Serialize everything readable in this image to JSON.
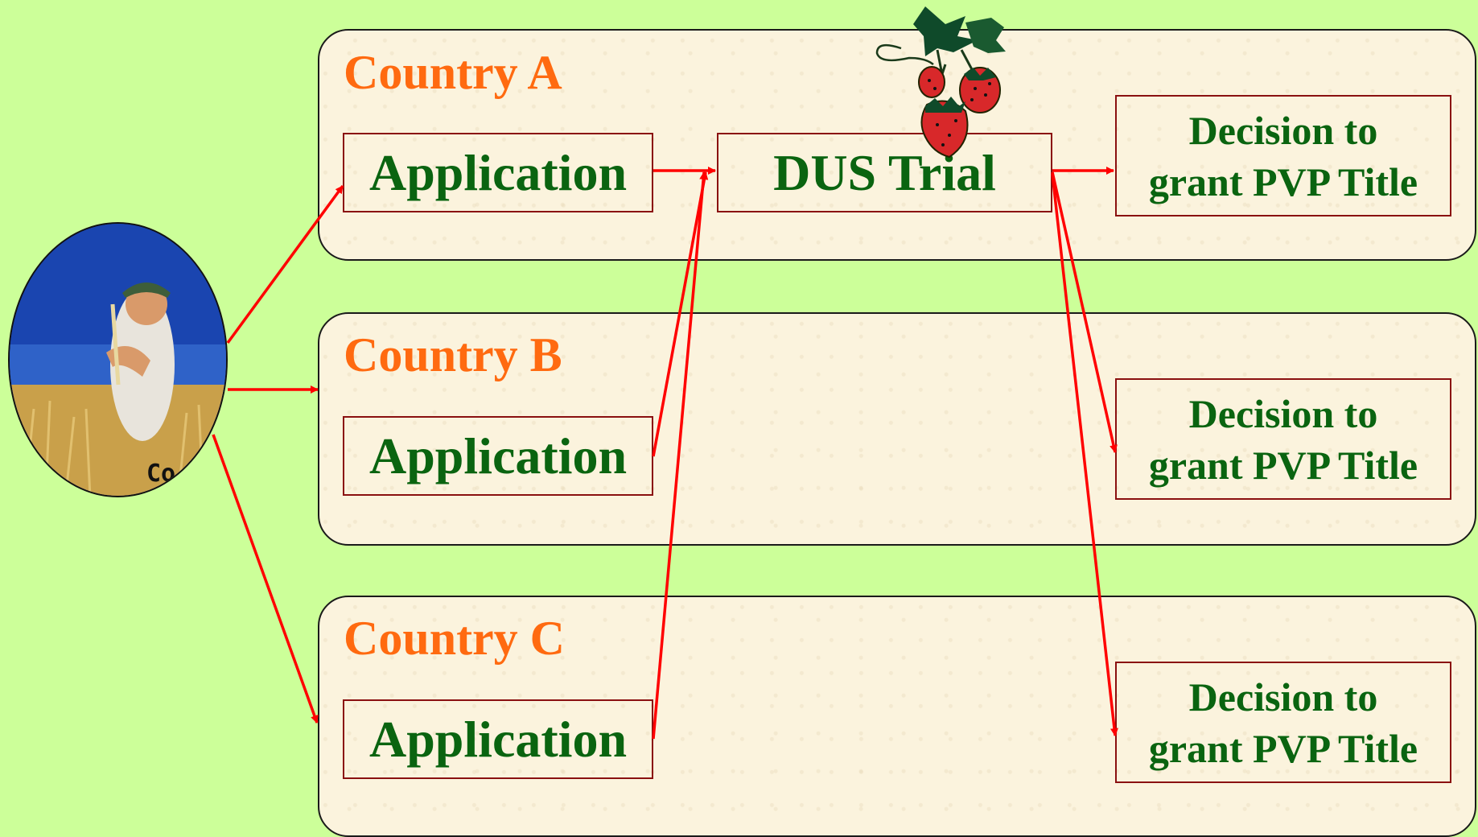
{
  "countries": [
    {
      "title": "Country A",
      "application": "Application"
    },
    {
      "title": "Country B",
      "application": "Application"
    },
    {
      "title": "Country C",
      "application": "Application"
    }
  ],
  "dus_trial": "DUS Trial",
  "decision": {
    "line1": "Decision to",
    "line2": "grant PVP Title"
  },
  "colors": {
    "background": "#ccff99",
    "panel": "#fbf3dd",
    "country_title": "#ff6a10",
    "box_text": "#0a6410",
    "box_border": "#8a1010",
    "arrow": "#ff0000"
  },
  "icons": [
    "breeder-photo",
    "strawberry-icon"
  ]
}
